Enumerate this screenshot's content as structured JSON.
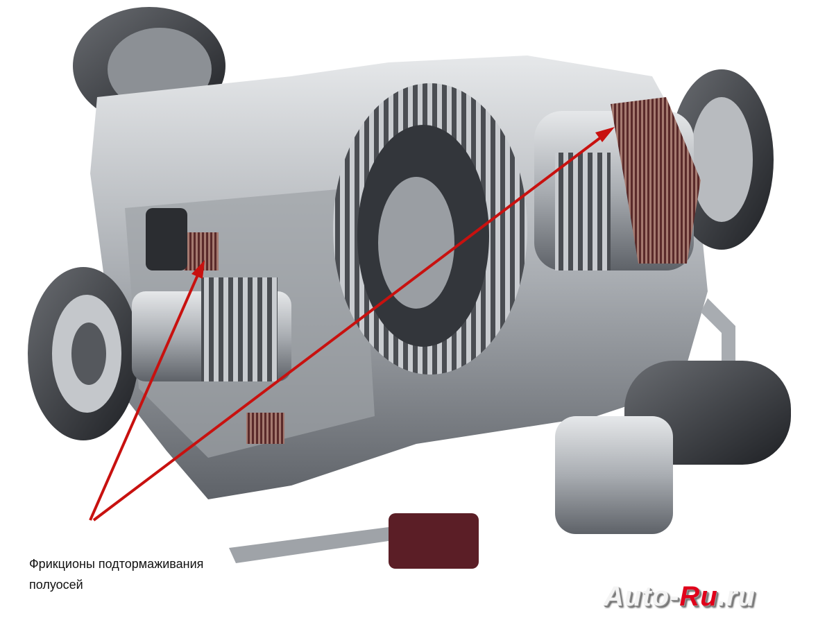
{
  "caption": {
    "line1": "Фрикционы подтормаживания",
    "line2": "полуосей"
  },
  "watermark": {
    "part1": "Auto-",
    "part2": "Ru",
    "part3": ".ru"
  },
  "colors": {
    "arrow": "#c8110f",
    "clutch": "#6b3030",
    "housing": "#b9bcc0"
  }
}
